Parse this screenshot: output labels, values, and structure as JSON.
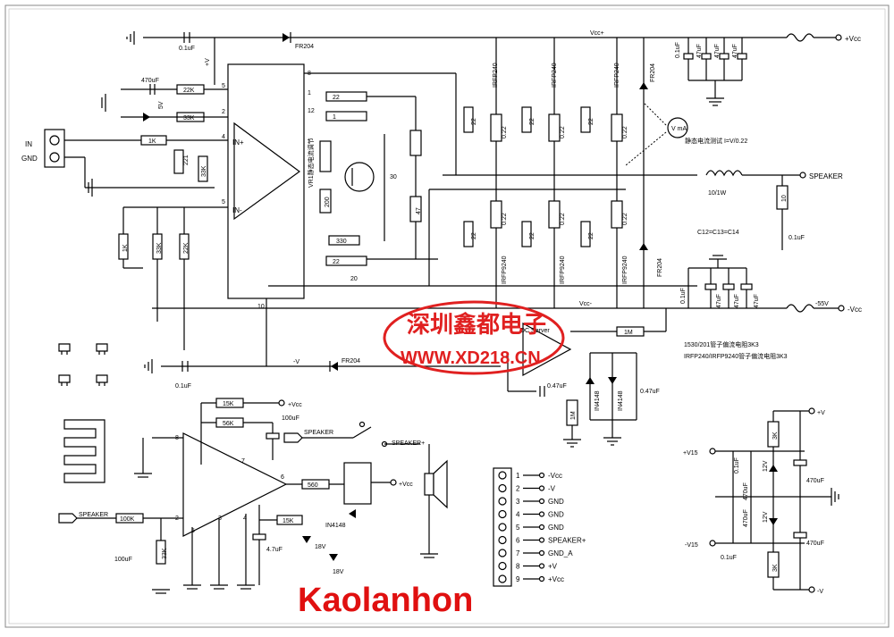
{
  "rails": {
    "vcc_plus": "Vcc+",
    "vcc_minus": "Vcc-",
    "out_plus_vcc": "+Vcc",
    "out_minus_vcc": "-Vcc",
    "neg55": "-55V",
    "plus_v": "+V",
    "minus_v": "-V"
  },
  "amp": {
    "pins": {
      "p8": "8",
      "p1": "1",
      "p12": "12",
      "p5a": "5",
      "p2": "2",
      "p4": "4",
      "p5b": "5",
      "p10": "10"
    },
    "in_plus": "IN+",
    "in_minus": "IN-",
    "vr_label": "VR1静态电流调节"
  },
  "resistors": {
    "r22k": "22K",
    "r33k": "33K",
    "r1k_in": "1K",
    "r22_1": "22",
    "r1": "1",
    "r22_2": "22",
    "r20": "20",
    "r330": "330",
    "r47": "47",
    "r200": "200",
    "r1k_b": "1K",
    "r33k_b": "33K",
    "r22k_b": "22K",
    "r1m": "1M",
    "r1m_b": "1M",
    "r10": "10",
    "r10_1w": "10/1W",
    "r15k": "15K",
    "r56k": "56K",
    "r560": "560",
    "r100k": "100K",
    "r33k_c": "33K",
    "r15k_b": "15K",
    "r3k_a": "3K",
    "r3k_b": "3K",
    "r022": "0.22",
    "r22_g": "22",
    "r22_k": "221"
  },
  "caps": {
    "c01": "0.1uF",
    "c470": "470uF",
    "c47": "47uF",
    "c30": "30",
    "c01b": "0.1uF",
    "c047": "0.47uF",
    "c047b": "0.47uF",
    "c100": "100uF",
    "c100b": "100uF",
    "c47b": "4.7uF",
    "c470b": "470uF",
    "c10": "C12=C13=C14"
  },
  "semis": {
    "fr204": "FR204",
    "irfp240": "IRFP240",
    "irfp9240": "IRFP9240",
    "in4148": "IN4148",
    "in4148b": "IN4148",
    "z5v": "5V",
    "z12": "12V",
    "z18": "18V"
  },
  "labels": {
    "in": "IN",
    "gnd": "GND",
    "speaker": "SPEAKER",
    "speaker_plus": "SPEAKER+",
    "meter_note": "静态电流测试 I=V/0.22",
    "bias_note1": "1530/201管子偏流电阻3K3",
    "bias_note2": "IRFP240/IRFP9240管子偏流电阻3K3",
    "vcc_plus_pin": "+Vcc",
    "plus_v15": "+V15",
    "minus_v15": "-V15",
    "v": "+V",
    "mv": "-V",
    "meter": "V mA",
    "dc_server": "DC Server",
    "plusv5": "+V",
    "minusv": "-V"
  },
  "connector": {
    "pins": [
      "1",
      "2",
      "3",
      "4",
      "5",
      "6",
      "7",
      "8",
      "9"
    ],
    "names": [
      "-Vcc",
      "-V",
      "GND",
      "GND",
      "GND",
      "SPEAKER+",
      "GND_A",
      "+V",
      "+Vcc"
    ]
  },
  "watermark": {
    "cn": "深圳鑫都电子",
    "url": "WWW.XD218.CN"
  },
  "brand": "Kaolanhon",
  "colors": {
    "brand": "#e01010",
    "watermark": "#e02020"
  }
}
